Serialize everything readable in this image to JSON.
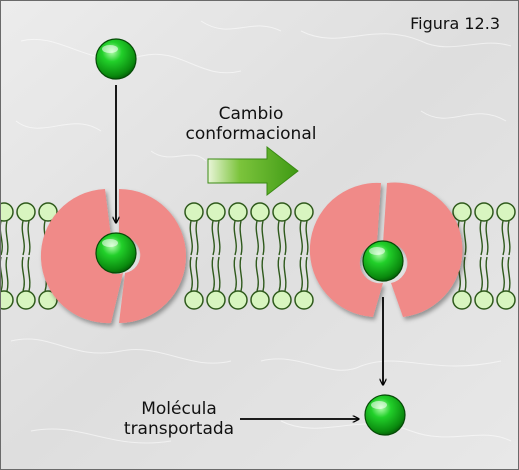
{
  "figure_label": "Figura 12.3",
  "conformational_change_label": [
    "Cambio",
    "conformacional"
  ],
  "transported_molecule_label": [
    "Molécula",
    "transportada"
  ],
  "colors": {
    "background": "#e3e3e3",
    "lipid_head_fill": "#d8f5c0",
    "lipid_stroke": "#2f5a1c",
    "protein_fill": "#f08a88",
    "molecule": "#10b010",
    "arrow_green": "#53b320",
    "arrow_black": "#000000"
  },
  "icons": {
    "molecule": "green-sphere-icon",
    "change_arrow": "green-right-arrow-icon"
  }
}
